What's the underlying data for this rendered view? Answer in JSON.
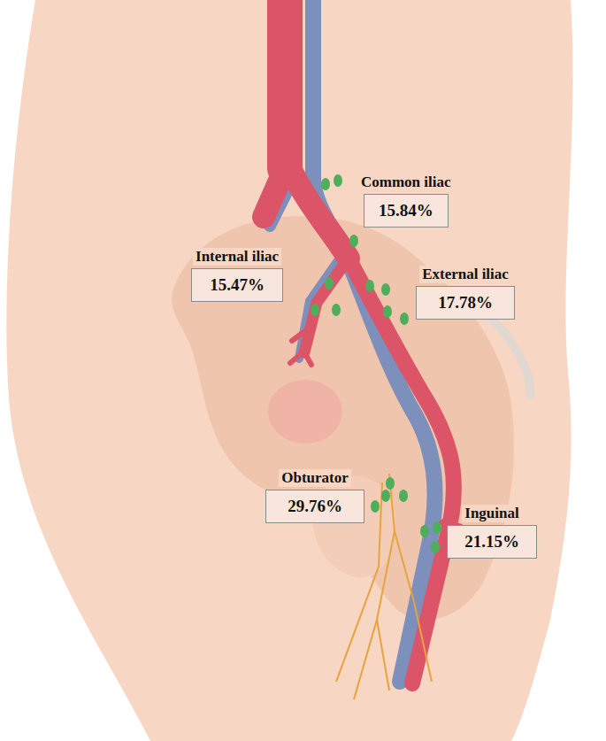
{
  "diagram": {
    "nodes": [
      {
        "text": [
          "Common iliac",
          "15.84%"
        ]
      },
      {
        "text": [
          "Internal iliac",
          "15.47%"
        ]
      },
      {
        "text": [
          "External iliac",
          "17.78%"
        ]
      },
      {
        "text": [
          "Obturator",
          "29.76%"
        ]
      },
      {
        "text": [
          "Inguinal",
          "21.15%"
        ]
      }
    ]
  }
}
